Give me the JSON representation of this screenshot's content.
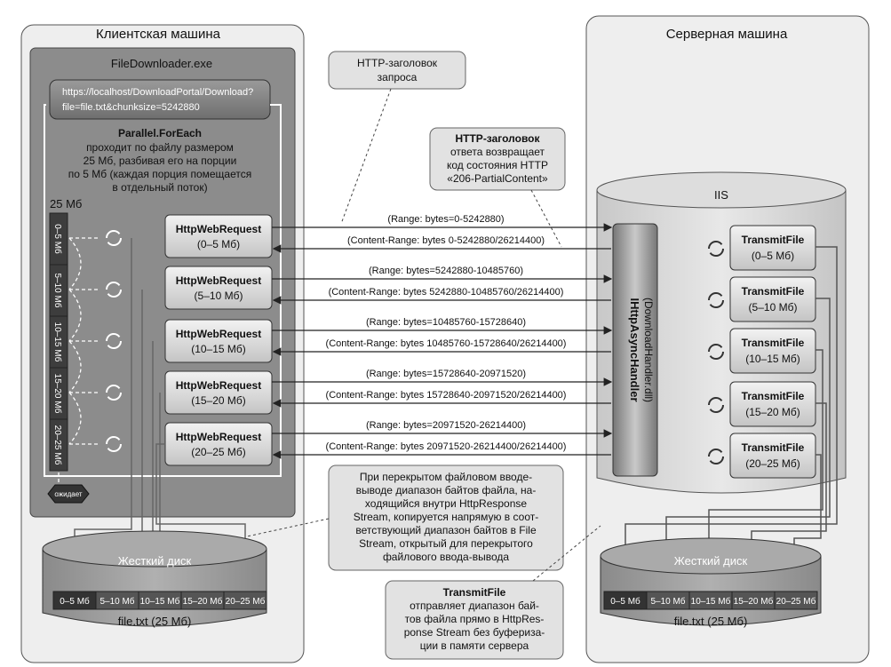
{
  "client": {
    "title": "Клиентская машина",
    "exe": "FileDownloader.exe",
    "url_line1": "https://localhost/DownloadPortal/Download?",
    "url_line2": "file=file.txt&chunksize=5242880",
    "parallel_title": "Parallel.ForEach",
    "parallel_lines": [
      "проходит по файлу размером",
      "25 Мб, разбивая его на порции",
      "по 5 Мб (каждая порция помещается",
      "в отдельный поток)"
    ],
    "size_label": "25 Мб",
    "chunk_labels": [
      "0–5 Мб",
      "5–10 Мб",
      "10–15 Мб",
      "15–20 Мб",
      "20–25 Мб"
    ],
    "wait_label": "ожидает",
    "requests": [
      {
        "name": "HttpWebRequest",
        "range": "(0–5 Мб)"
      },
      {
        "name": "HttpWebRequest",
        "range": "(5–10 Мб)"
      },
      {
        "name": "HttpWebRequest",
        "range": "(10–15 Мб)"
      },
      {
        "name": "HttpWebRequest",
        "range": "(15–20 Мб)"
      },
      {
        "name": "HttpWebRequest",
        "range": "(20–25 Мб)"
      }
    ],
    "disk_title": "Жесткий диск",
    "disk_chunks": [
      "0–5 Мб",
      "5–10 Мб",
      "10–15 Мб",
      "15–20 Мб",
      "20–25 Мб"
    ],
    "file_label": "file.txt (25 Мб)"
  },
  "server": {
    "title": "Серверная машина",
    "iis": "IIS",
    "handler_line1": "IHttpAsyncHandler",
    "handler_line2": "(DownloadHandler.dll)",
    "transmits": [
      {
        "name": "TransmitFile",
        "range": "(0–5 Мб)"
      },
      {
        "name": "TransmitFile",
        "range": "(5–10 Мб)"
      },
      {
        "name": "TransmitFile",
        "range": "(10–15 Мб)"
      },
      {
        "name": "TransmitFile",
        "range": "(15–20 Мб)"
      },
      {
        "name": "TransmitFile",
        "range": "(20–25 Мб)"
      }
    ],
    "disk_title": "Жесткий диск",
    "disk_chunks": [
      "0–5 Мб",
      "5–10 Мб",
      "10–15 Мб",
      "15–20 Мб",
      "20–25 Мб"
    ],
    "file_label": "file.txt (25 Мб)"
  },
  "callouts": {
    "request_header": [
      "HTTP-заголовок",
      "запроса"
    ],
    "response_header_title": "HTTP-заголовок",
    "response_header_lines": [
      "ответа возвращает",
      "код состояния HTTP",
      "«206-PartialContent»"
    ],
    "overlapped_lines": [
      "При перекрытом файловом вводе-",
      "выводе диапазон байтов файла, на-",
      "ходящийся внутри HttpResponse",
      "Stream, копируется напрямую в соот-",
      "ветствующий диапазон байтов в File",
      "Stream, открытый для перекрытого",
      "файлового ввода-вывода"
    ],
    "transmit_title": "TransmitFile",
    "transmit_lines": [
      "отправляет диапазон бай-",
      "тов файла прямо в HttpRes-",
      "ponse Stream без буфериза-",
      "ции в памяти сервера"
    ]
  },
  "exchanges": [
    {
      "request": "(Range: bytes=0-5242880)",
      "response": "(Content-Range: bytes 0-5242880/26214400)"
    },
    {
      "request": "(Range: bytes=5242880-10485760)",
      "response": "(Content-Range: bytes 5242880-10485760/26214400)"
    },
    {
      "request": "(Range: bytes=10485760-15728640)",
      "response": "(Content-Range: bytes 10485760-15728640/26214400)"
    },
    {
      "request": "(Range: bytes=15728640-20971520)",
      "response": "(Content-Range: bytes 15728640-20971520/26214400)"
    },
    {
      "request": "(Range: bytes=20971520-26214400)",
      "response": "(Content-Range: bytes 20971520-26214400/26214400)"
    }
  ]
}
